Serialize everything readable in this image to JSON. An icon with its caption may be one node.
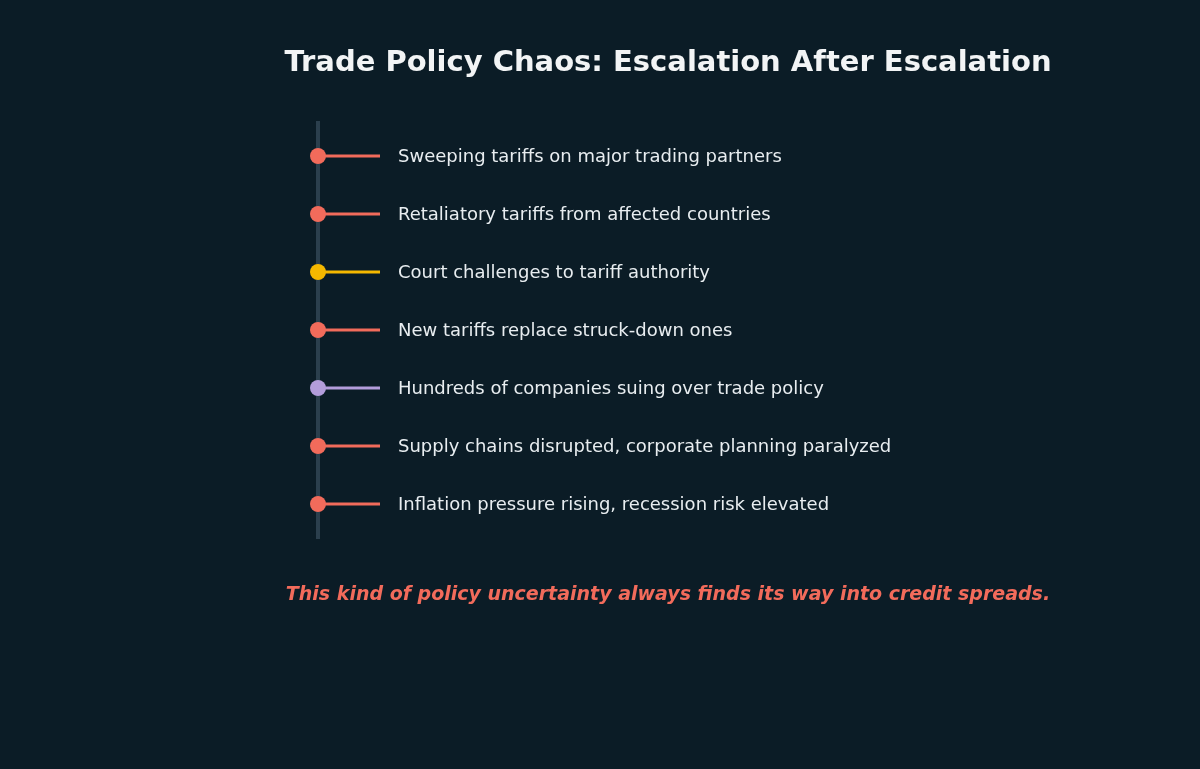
{
  "diagram": {
    "title": "Trade Policy Chaos: Escalation After Escalation",
    "caption": "This kind of policy uncertainty always finds its way into credit spreads.",
    "nodes": [
      {
        "text": [
          "Sweeping tariffs on major trading partners"
        ]
      },
      {
        "text": [
          "Retaliatory tariffs from affected countries"
        ]
      },
      {
        "text": [
          "Court challenges to tariff authority"
        ]
      },
      {
        "text": [
          "New tariffs replace struck-down ones"
        ]
      },
      {
        "text": [
          "Hundreds of companies suing over trade policy"
        ]
      },
      {
        "text": [
          "Supply chains disrupted, corporate planning paralyzed"
        ]
      },
      {
        "text": [
          "Inflation pressure rising, recession risk elevated"
        ]
      }
    ]
  }
}
